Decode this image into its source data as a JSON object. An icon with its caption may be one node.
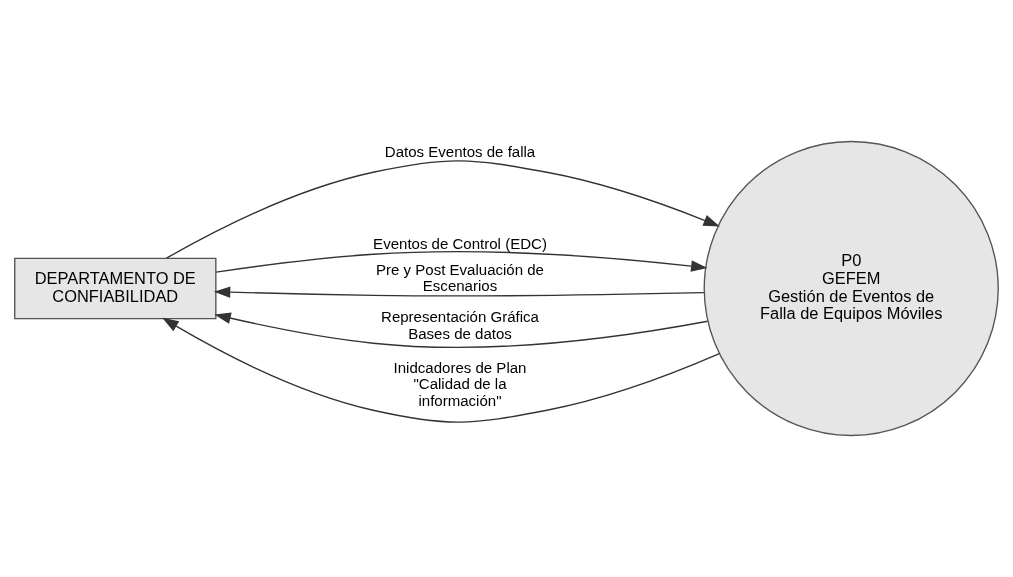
{
  "diagram": {
    "nodes": [
      {
        "text": [
          "DEPARTAMENTO DE CONFIABILIDAD"
        ]
      },
      {
        "text": [
          "P0",
          "GEFEM",
          "Gestión de Eventos de Falla de Equipos Móviles"
        ]
      }
    ],
    "edges": [
      {
        "from": 1,
        "to": 0,
        "arrow": "to",
        "label": "Pre y Post Evaluación de Escenarios"
      },
      {
        "from": 1,
        "to": 0,
        "arrow": "to",
        "label": "Representación Gráfica Bases de datos"
      },
      {
        "from": 1,
        "to": 0,
        "arrow": "to",
        "label": "Inidcadores de Plan \"Calidad de la información\""
      },
      {
        "from": 0,
        "to": 1,
        "arrow": "to",
        "label": "Datos Eventos de falla"
      },
      {
        "from": 0,
        "to": 1,
        "arrow": "to",
        "label": "Eventos de Control (EDC)"
      }
    ]
  }
}
